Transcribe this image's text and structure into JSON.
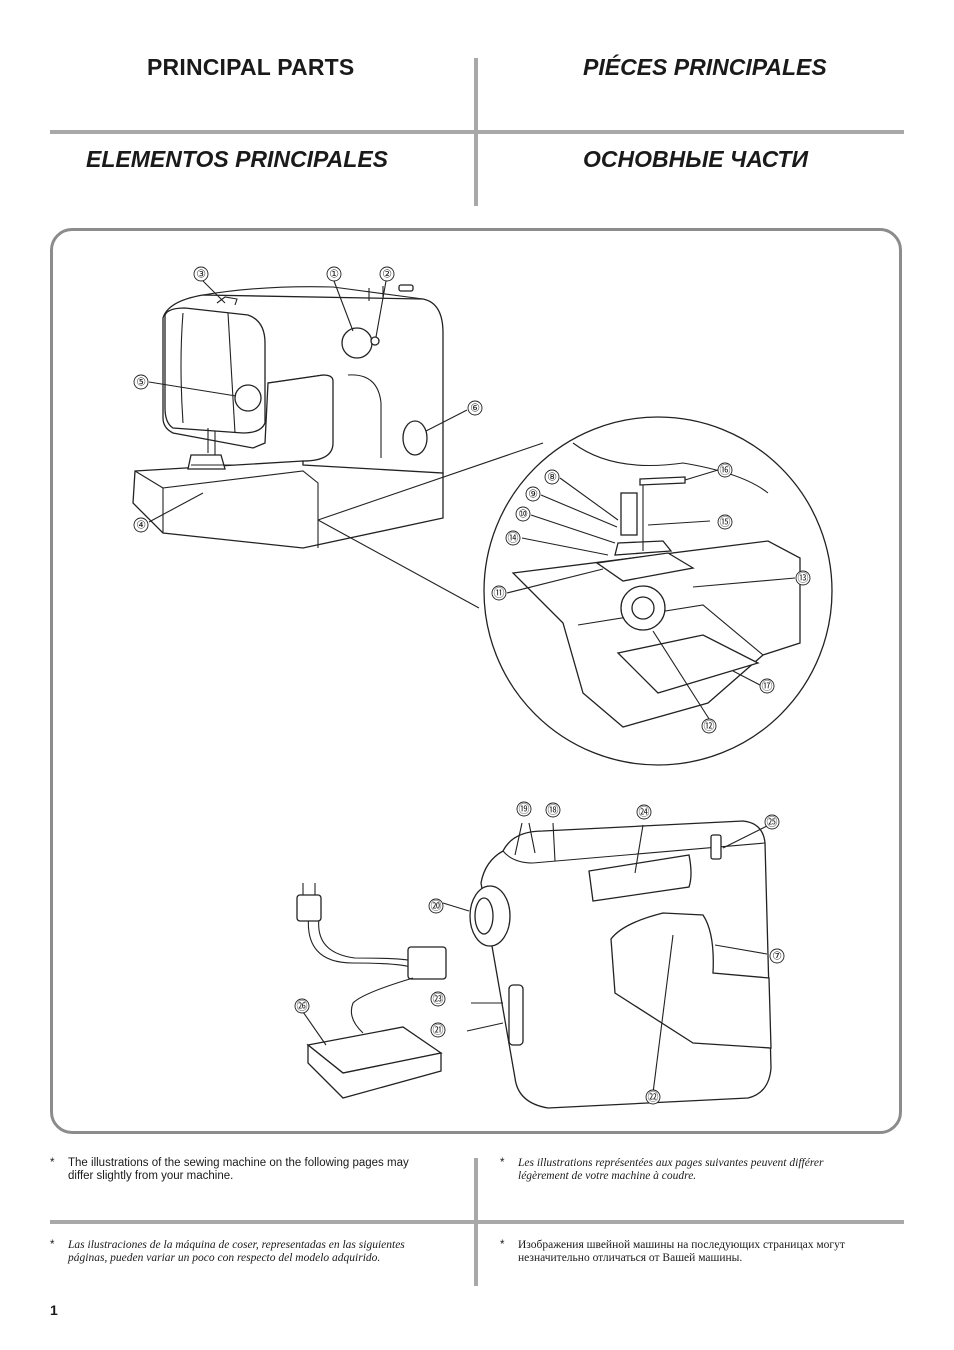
{
  "headings": {
    "en": "PRINCIPAL PARTS",
    "fr": "PIÉCES PRINCIPALES",
    "es": "ELEMENTOS PRINCIPALES",
    "ru": "ОСНОВНЫЕ ЧАСТИ"
  },
  "callouts": [
    "①",
    "②",
    "③",
    "④",
    "⑤",
    "⑥",
    "⑦",
    "⑧",
    "⑨",
    "⑩",
    "⑪",
    "⑫",
    "⑬",
    "⑭",
    "⑮",
    "⑯",
    "⑰",
    "⑱",
    "⑲",
    "⑳",
    "㉑",
    "㉒",
    "㉓",
    "㉔",
    "㉕",
    "㉖"
  ],
  "notes": {
    "star": "*",
    "en": [
      "The illustrations of the sewing machine on the following pages may",
      "differ slightly from your machine."
    ],
    "fr": [
      "Les illustrations représentées aux pages suivantes peuvent différer",
      "légèrement de votre machine à coudre."
    ],
    "es": [
      "Las ilustraciones de la máquina de coser, representadas en las siguientes",
      "páginas, pueden variar un poco con respecto del modelo adquirido."
    ],
    "ru": [
      "Изображения швейной машины на последующих страницах могут",
      "незначительно отличаться от Вашей машины."
    ]
  },
  "page_number": "1"
}
